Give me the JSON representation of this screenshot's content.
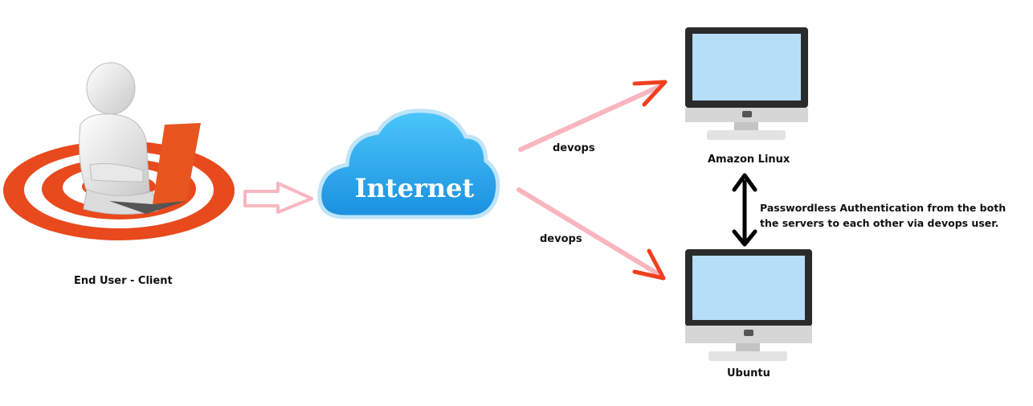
{
  "client": {
    "label": "End User - Client"
  },
  "cloud": {
    "label": "Internet"
  },
  "servers": {
    "amazon": {
      "label": "Amazon Linux"
    },
    "ubuntu": {
      "label": "Ubuntu"
    }
  },
  "connections": {
    "to_amazon": {
      "label": "devops"
    },
    "to_ubuntu": {
      "label": "devops"
    },
    "between_servers": {
      "label": "Passwordless Authentication from the both the servers to each other via devops user."
    }
  },
  "colors": {
    "target_red": "#e8491d",
    "arrow_pink": "#f9b6bf",
    "arrow_red": "#f0401f",
    "cloud_blue": "#2fb2f4",
    "monitor_screen": "#b6def6",
    "monitor_frame": "#2b2b2b"
  }
}
